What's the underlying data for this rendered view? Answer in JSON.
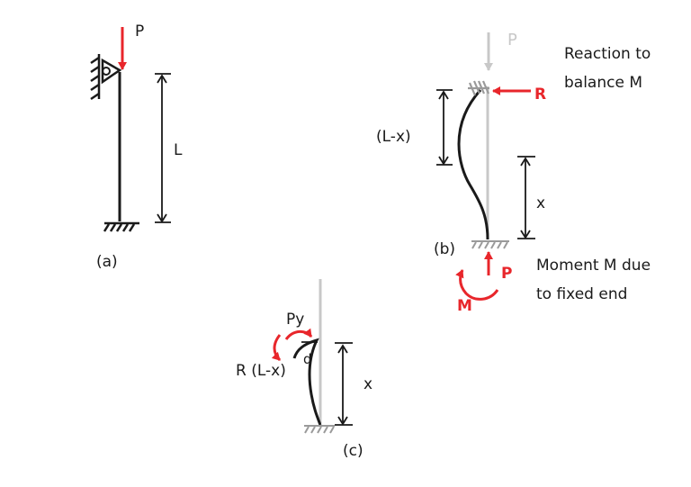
{
  "colors": {
    "ink": "#1a1a1a",
    "load": "#e8262b",
    "ghost": "#c8c8c8",
    "hatch": "#9a9a9a"
  },
  "panel_a": {
    "load_label": "P",
    "length_label": "L",
    "caption": "(a)"
  },
  "panel_b": {
    "load_label": "P",
    "reaction_label": "R",
    "reaction_note_1": "Reaction to",
    "reaction_note_2": "balance M",
    "upper_dim_label": "(L-x)",
    "lower_dim_label": "x",
    "caption": "(b)",
    "base_force_label": "P",
    "moment_label": "M",
    "moment_note_1": "Moment M due",
    "moment_note_2": "to fixed end"
  },
  "panel_c": {
    "py_label": "Py",
    "moment_label": "R (L-x)",
    "deflection_label": "d",
    "dim_label": "x",
    "caption": "(c)"
  }
}
